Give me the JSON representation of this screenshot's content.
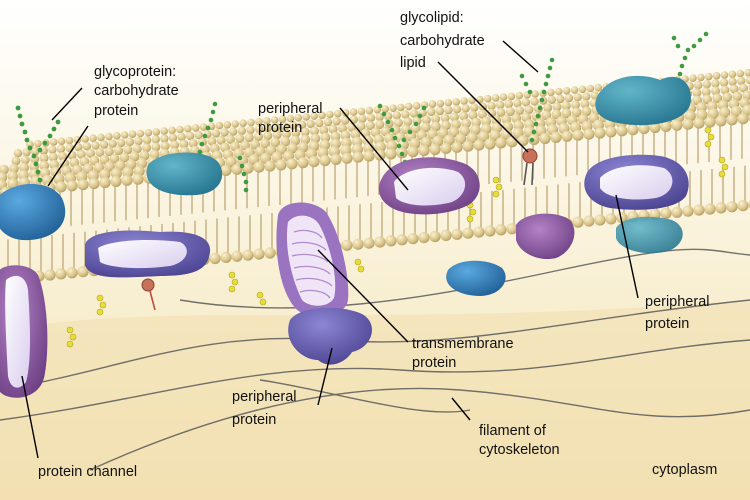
{
  "labels": {
    "glycoprotein": {
      "title": "glycoprotein:",
      "line1": "carbohydrate",
      "line2": "protein"
    },
    "glycolipid": {
      "title": "glycolipid:",
      "line1": "carbohydrate",
      "line2": "lipid"
    },
    "peripheral_top": {
      "line1": "peripheral",
      "line2": "protein"
    },
    "peripheral_right": {
      "line1": "peripheral",
      "line2": "protein"
    },
    "peripheral_bottom": {
      "line1": "peripheral",
      "line2": "protein"
    },
    "transmembrane": {
      "line1": "transmembrane",
      "line2": "protein"
    },
    "filament": {
      "line1": "filament of",
      "line2": "cytoskeleton"
    },
    "protein_channel": {
      "line1": "protein channel"
    },
    "cytoplasm": {
      "line1": "cytoplasm"
    }
  },
  "colors": {
    "lipid_head": "#d9c48a",
    "lipid_tail": "#b8a77a",
    "cholesterol": "#e8e04a",
    "glycoprotein_teal": "#2e8aa8",
    "glycoprotein_blue": "#1f6fb0",
    "peripheral_purple": "#6b63b8",
    "peripheral_light": "#ece6f7",
    "transmembrane_pink": "#8a6bb0",
    "channel_purple": "#8b5aa0",
    "carbohydrate_green": "#4aa04a",
    "cytoplasm_bg": "#f6ebc8",
    "filament": "#555555",
    "leader_line": "#000000"
  }
}
